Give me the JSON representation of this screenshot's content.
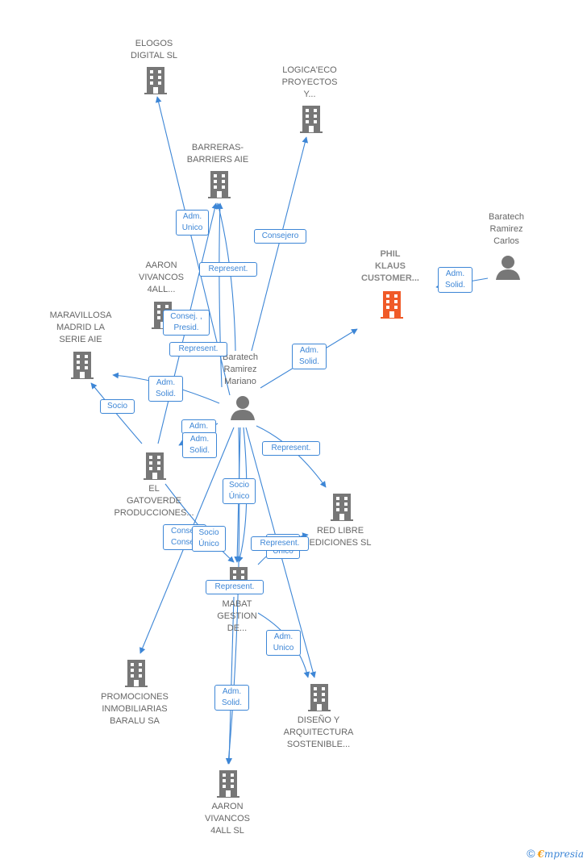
{
  "colors": {
    "edge": "#3d86d6",
    "company": "#777777",
    "focus": "#f05a28",
    "person": "#777777"
  },
  "nodes": {
    "elogos": {
      "lines": [
        "ELOGOS",
        "DIGITAL  SL"
      ],
      "icon": "building-icon"
    },
    "logica": {
      "lines": [
        "LOGICA'ECO",
        "PROYECTOS",
        "Y..."
      ],
      "icon": "building-icon"
    },
    "barreras": {
      "lines": [
        "BARRERAS-",
        "BARRIERS AIE"
      ],
      "icon": "building-icon"
    },
    "baratech_carlos": {
      "lines": [
        "Baratech",
        "Ramirez",
        "Carlos"
      ],
      "icon": "person-icon"
    },
    "phil": {
      "lines": [
        "PHIL",
        "KLAUS",
        "CUSTOMER..."
      ],
      "icon": "building-icon"
    },
    "aaron4all": {
      "lines": [
        "AARON",
        "VIVANCOS",
        "4ALL..."
      ],
      "icon": "building-icon"
    },
    "maravillosa": {
      "lines": [
        "MARAVILLOSA",
        "MADRID LA",
        "SERIE AIE"
      ],
      "icon": "building-icon"
    },
    "baratech_mariano": {
      "lines": [
        "Baratech",
        "Ramirez",
        "Mariano"
      ],
      "icon": "person-icon"
    },
    "gatoverde": {
      "lines": [
        "EL",
        "GATOVERDE",
        "PRODUCCIONES..."
      ],
      "icon": "building-icon"
    },
    "redlibre": {
      "lines": [
        "RED LIBRE",
        "EDICIONES  SL"
      ],
      "icon": "building-icon"
    },
    "mabat": {
      "lines": [
        "MABAT",
        "GESTION",
        "DE..."
      ],
      "icon": "building-icon"
    },
    "promociones": {
      "lines": [
        "PROMOCIONES",
        "INMOBILIARIAS",
        "BARALU SA"
      ],
      "icon": "building-icon"
    },
    "diseno": {
      "lines": [
        "DISEÑO Y",
        "ARQUITECTURA",
        "SOSTENIBLE..."
      ],
      "icon": "building-icon"
    },
    "aaron_sl": {
      "lines": [
        "AARON",
        "VIVANCOS",
        "4ALL  SL"
      ],
      "icon": "building-icon"
    }
  },
  "edge_labels": {
    "adm_unico_elogos": [
      "Adm.",
      "Unico"
    ],
    "consejero_logica": [
      "Consejero"
    ],
    "represent_barreras": [
      "Represent."
    ],
    "adm_solid_carlos": [
      "Adm.",
      "Solid."
    ],
    "consej_presid": [
      "Consej. ,",
      "Presid."
    ],
    "represent_aaron": [
      "Represent."
    ],
    "adm_solid_phil": [
      "Adm.",
      "Solid."
    ],
    "adm_solid_mara": [
      "Adm.",
      "Solid."
    ],
    "socio_gato": [
      "Socio"
    ],
    "adm_hidden": [
      "Adm."
    ],
    "adm_solid_gato": [
      "Adm.",
      "Solid."
    ],
    "represent_red": [
      "Represent."
    ],
    "socio_unico_1": [
      "Socio",
      "Único"
    ],
    "consej_hidden": [
      "Consej.",
      "Consej."
    ],
    "socio_unico_2": [
      "Socio",
      "Único"
    ],
    "unico_hidden": [
      "Único"
    ],
    "represent_red2": [
      "Represent."
    ],
    "represent_mabat": [
      "Represent."
    ],
    "adm_unico_diseno": [
      "Adm.",
      "Unico"
    ],
    "adm_solid_aaron_sl": [
      "Adm.",
      "Solid."
    ]
  },
  "footer": {
    "copyright": "©",
    "brand_initial": "€",
    "brand_rest": "mpresia"
  }
}
